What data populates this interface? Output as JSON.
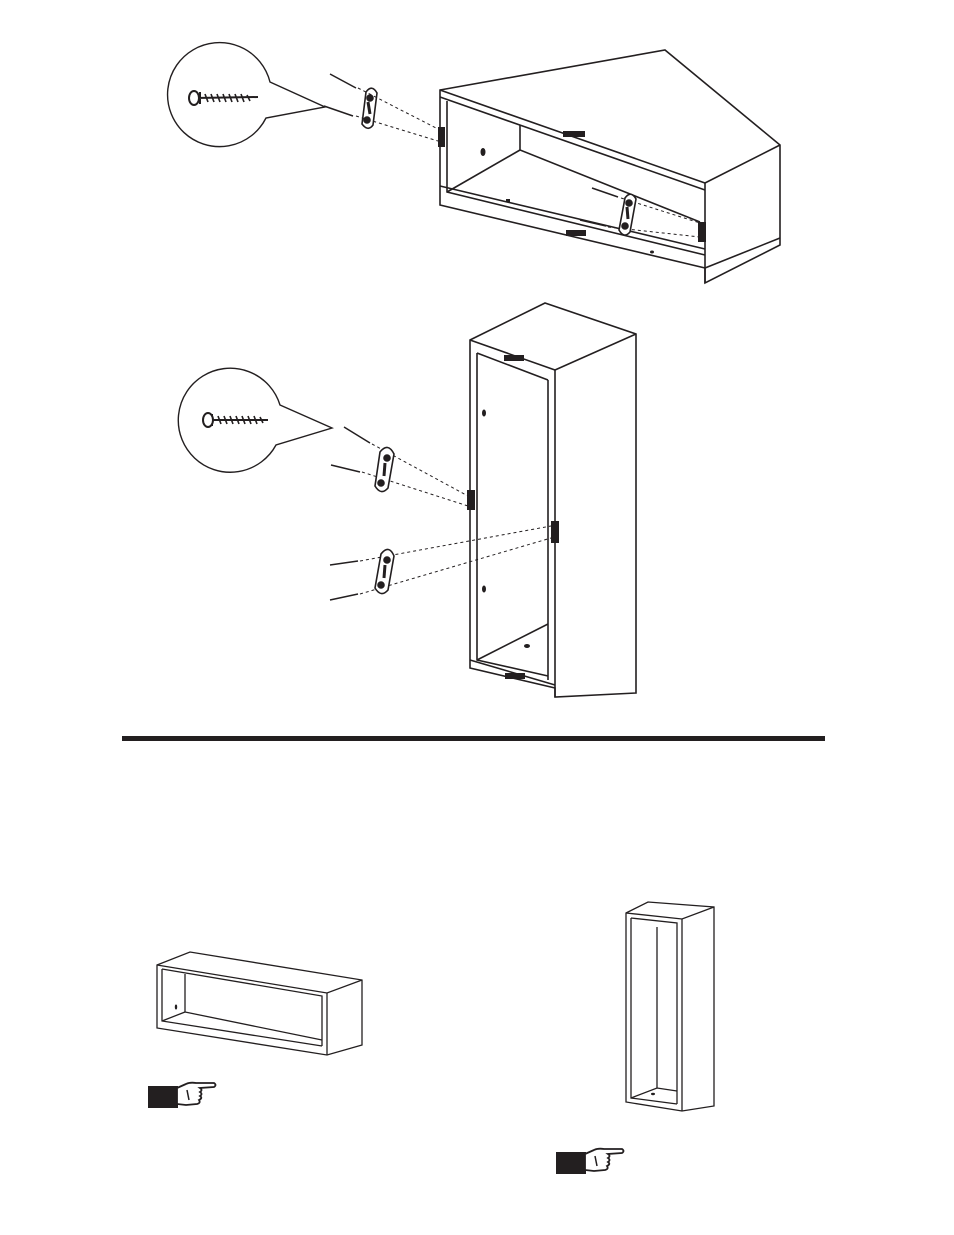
{
  "document": {
    "type": "assembly-instructions",
    "section_top": {
      "figures": [
        {
          "name": "horizontal-cabinet-bracket-mounting",
          "hardware": [
            "screw-icon",
            "wall-bracket-icon"
          ],
          "screw_count": 4,
          "bracket_count": 2
        },
        {
          "name": "vertical-cabinet-bracket-mounting",
          "hardware": [
            "screw-icon",
            "wall-bracket-icon"
          ],
          "screw_count": 4,
          "bracket_count": 2
        }
      ]
    },
    "section_bottom": {
      "figures": [
        {
          "name": "horizontal-cabinet-overview"
        },
        {
          "name": "vertical-cabinet-overview"
        }
      ],
      "notes": [
        {
          "icon": "pointing-hand-icon"
        },
        {
          "icon": "pointing-hand-icon"
        }
      ]
    },
    "colors": {
      "ink": "#231f20",
      "paper": "#ffffff"
    }
  }
}
